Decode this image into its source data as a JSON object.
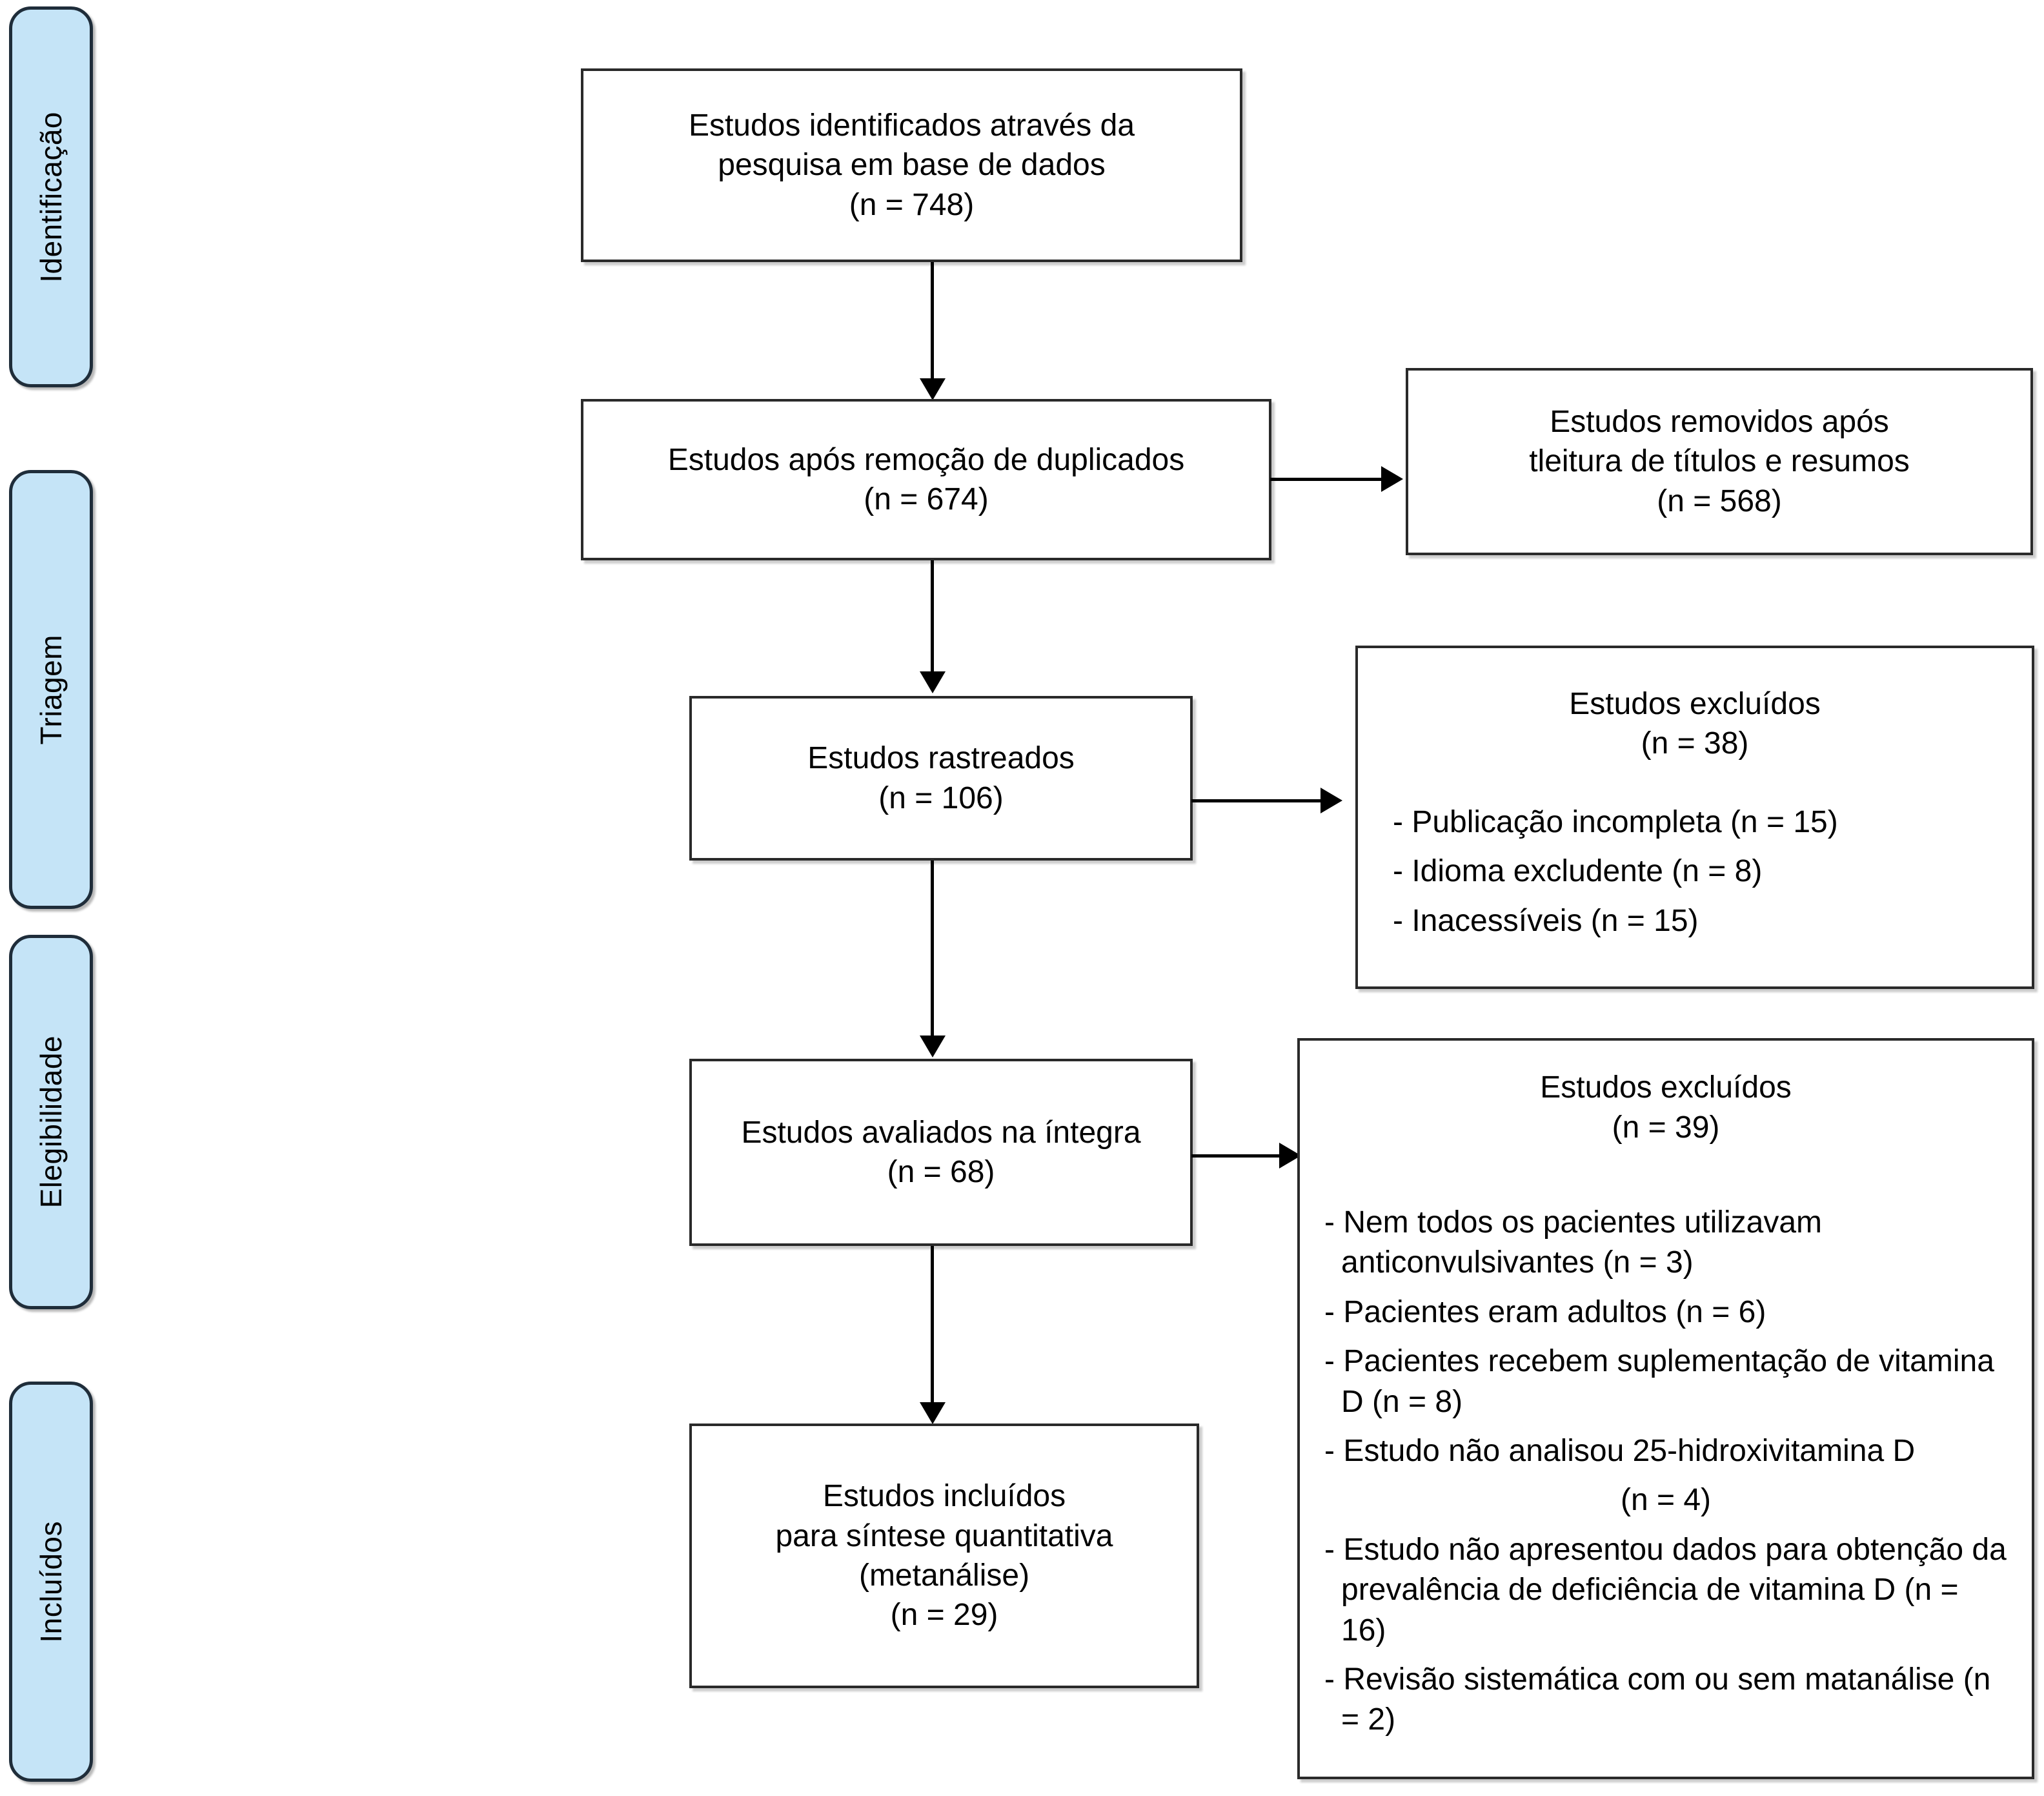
{
  "stages": [
    {
      "label": "Identificação"
    },
    {
      "label": "Triagem"
    },
    {
      "label": "Elegibilidade"
    },
    {
      "label": "Incluídos"
    }
  ],
  "flow": {
    "identified": {
      "line1": "Estudos identificados através da",
      "line2": "pesquisa em base de dados",
      "count": "(n = 748)"
    },
    "after_duplicates": {
      "line1": "Estudos após remoção de duplicados",
      "count": "(n = 674)"
    },
    "removed_title_abstract": {
      "line1": "Estudos removidos após",
      "line2": "tleitura de títulos e resumos",
      "count": "(n = 568)"
    },
    "screened": {
      "line1": "Estudos rastreados",
      "count": "(n = 106)"
    },
    "excluded_screening": {
      "title": "Estudos excluídos",
      "count": "(n = 38)",
      "reasons": [
        "- Publicação incompleta  (n = 15)",
        "- Idioma excludente  (n = 8)",
        "- Inacessíveis (n = 15)"
      ]
    },
    "full_text": {
      "line1": "Estudos avaliados na íntegra",
      "count": "(n = 68)"
    },
    "excluded_full_text": {
      "title": "Estudos excluídos",
      "count": "(n = 39)",
      "reasons": [
        {
          "text": "- Nem todos os pacientes utilizavam anticonvulsivantes  (n = 3)",
          "centered": false
        },
        {
          "text": "- Pacientes eram adultos (n = 6)",
          "centered": false
        },
        {
          "text": "- Pacientes recebem suplementação de vitamina D (n = 8)",
          "centered": false
        },
        {
          "text": "- Estudo não analisou 25-hidroxivitamina D",
          "centered": false
        },
        {
          "text": "(n = 4)",
          "centered": true
        },
        {
          "text": "- Estudo não apresentou dados para obtenção da prevalência de deficiência de vitamina D (n = 16)",
          "centered": false
        },
        {
          "text": "- Revisão sistemática com ou sem matanálise (n = 2)",
          "centered": false
        }
      ]
    },
    "included": {
      "line1": "Estudos incluídos",
      "line2": "para síntese quantitativa",
      "line3": "(metanálise)",
      "count": "(n = 29)"
    }
  },
  "colors": {
    "stage_fill": "#c5e4f7",
    "stage_border": "#1f2d3a",
    "box_border": "#2a2a2a",
    "connector": "#000000",
    "background": "#ffffff"
  }
}
